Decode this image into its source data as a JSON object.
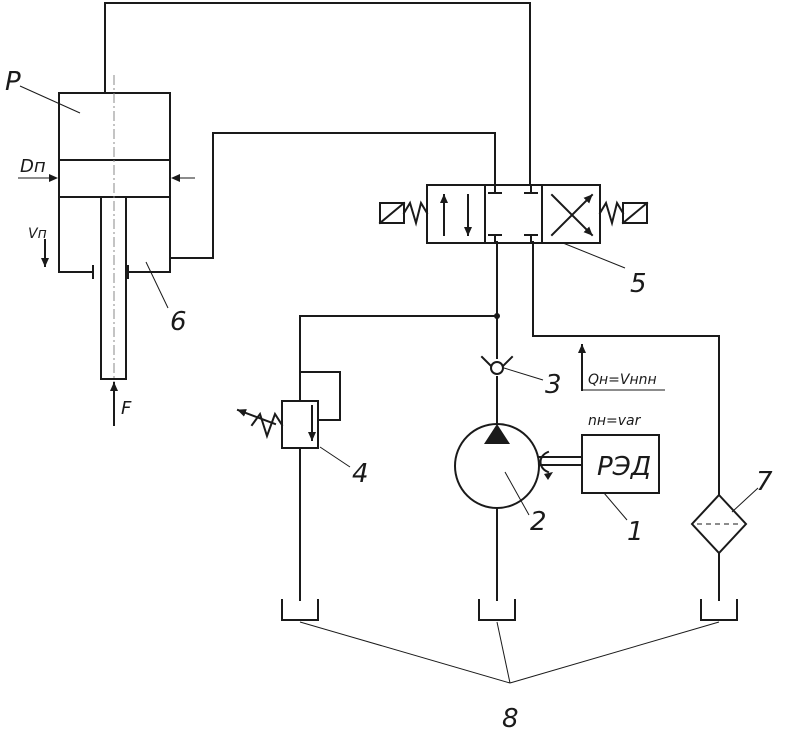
{
  "labels": {
    "cylinder_chamber": "P",
    "piston_diameter": "Dп",
    "rod_velocity": "Vп",
    "force": "F",
    "flow_formula": "Qн=Vнnн",
    "speed_formula": "nн=var",
    "motor": "РЭД"
  },
  "callouts": {
    "motor": "1",
    "pump": "2",
    "check_valve": "3",
    "relief_valve": "4",
    "directional_valve": "5",
    "cylinder": "6",
    "filter": "7",
    "tank": "8"
  }
}
